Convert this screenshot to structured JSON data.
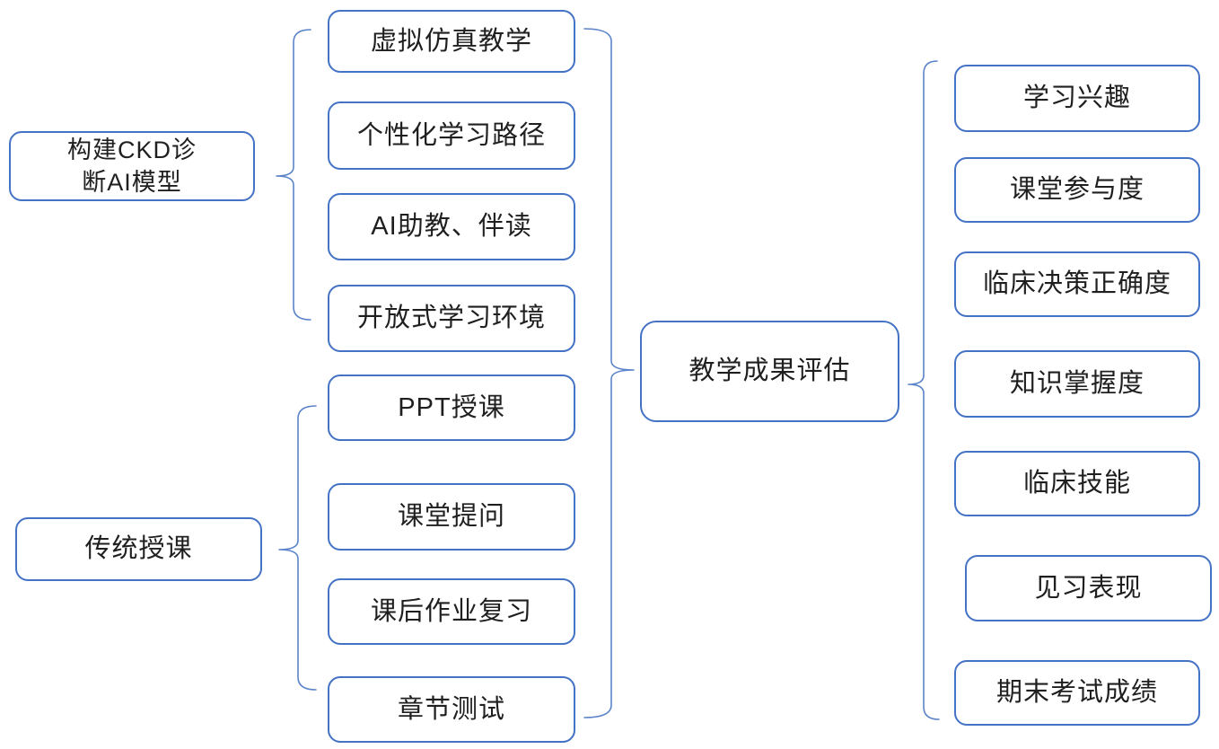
{
  "diagram": {
    "kind": "grouping-bracket-flowchart",
    "left_groups": [
      {
        "parent": {
          "label": "构建CKD诊\n断AI模型"
        },
        "children": [
          {
            "label": "虚拟仿真教学"
          },
          {
            "label": "个性化学习路径"
          },
          {
            "label": "AI助教、伴读"
          },
          {
            "label": "开放式学习环境"
          }
        ]
      },
      {
        "parent": {
          "label": "传统授课"
        },
        "children": [
          {
            "label": "PPT授课"
          },
          {
            "label": "课堂提问"
          },
          {
            "label": "课后作业复习"
          },
          {
            "label": "章节测试"
          }
        ]
      }
    ],
    "center": {
      "label": "教学成果评估"
    },
    "outcomes": [
      {
        "label": "学习兴趣"
      },
      {
        "label": "课堂参与度"
      },
      {
        "label": "临床决策正确度"
      },
      {
        "label": "知识掌握度"
      },
      {
        "label": "临床技能"
      },
      {
        "label": "见习表现"
      },
      {
        "label": "期末考试成绩"
      }
    ],
    "colors": {
      "node_border": "#4472c4",
      "bracket": "#5b83c9",
      "text": "#1f1f1f",
      "background": "#ffffff"
    }
  }
}
